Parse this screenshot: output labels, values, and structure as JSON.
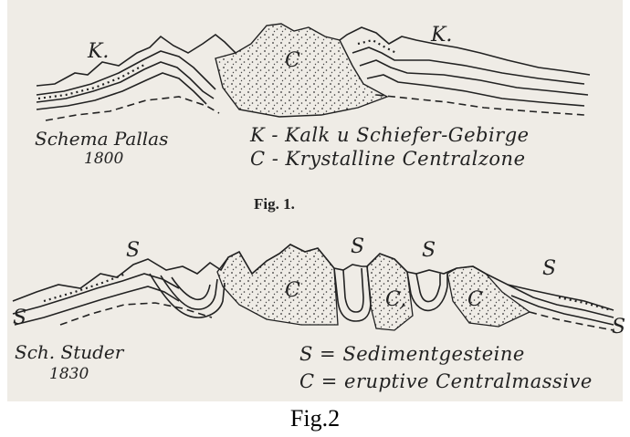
{
  "figure1": {
    "labels": {
      "k_left": "K.",
      "k_right": "K.",
      "c": "C"
    },
    "caption": "Schema Pallas",
    "year": "1800",
    "legend": [
      "K - Kalk u Schiefer-Gebirge",
      "C - Krystalline Centralzone"
    ],
    "fig_label": "Fig. 1."
  },
  "figure2": {
    "labels": {
      "s_top_left": "S",
      "s_top_mid": "S",
      "s_top_mid2": "S",
      "s_right": "S",
      "s_edge_left": "S",
      "s_edge_right": "S",
      "c_left": "C",
      "c_mid": "C,",
      "c_right": "C"
    },
    "caption": "Sch. Studer",
    "year": "1830",
    "legend": [
      "S = Sedimentgesteine",
      "C = eruptive Centralmassive"
    ]
  },
  "bottom_caption": "Fig.2",
  "colors": {
    "ink": "#222222",
    "paper": "#efece6"
  }
}
